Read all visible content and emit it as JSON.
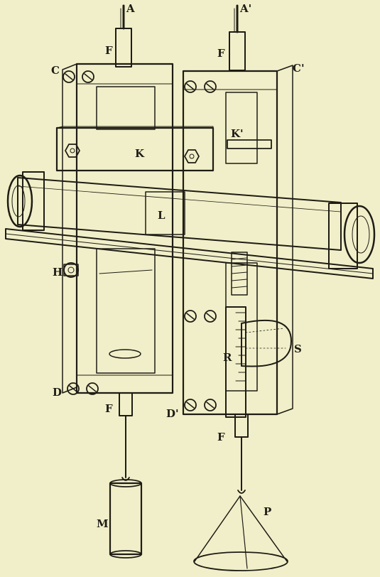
{
  "figure": {
    "labels": {
      "A": "A",
      "A_prime": "A'",
      "F_top_left": "F",
      "F_top_right": "F",
      "C": "C",
      "C_prime": "C'",
      "K": "K",
      "K_prime": "K'",
      "L": "L",
      "H": "H",
      "R": "R",
      "S": "S",
      "D": "D",
      "D_prime": "D'",
      "F_bottom_left": "F",
      "F_bottom_right": "F",
      "M": "M",
      "P": "P"
    },
    "colors": {
      "paper": "#f1efc9",
      "ink": "#1e1c14",
      "wood": "#f6f4d6",
      "shade": "#d9d6ad"
    }
  }
}
